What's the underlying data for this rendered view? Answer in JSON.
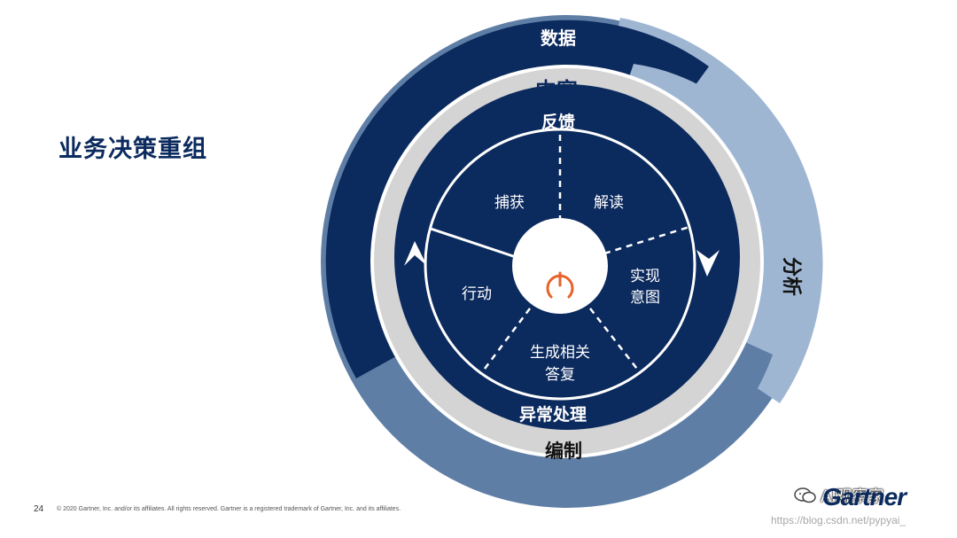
{
  "slide": {
    "title": "业务决策重组",
    "page_number": "24",
    "copyright": "© 2020 Gartner, Inc. and/or its affiliates. All rights reserved. Gartner is a registered trademark of Gartner, Inc. and its affiliates.",
    "logo_text": "Gartner",
    "watermark": "https://blog.csdn.net/pypyai_",
    "wechat_label": "AI观察家"
  },
  "diagram": {
    "outer_ring": {
      "data_label": "数据",
      "analysis_label": "分析",
      "compile_label": "编制"
    },
    "content_ring": {
      "content_label": "内容",
      "feedback_label": "反馈",
      "exception_label": "异常处理"
    },
    "segments": {
      "capture": "捕获",
      "interpret": "解读",
      "intent_line1": "实现",
      "intent_line2": "意图",
      "answer_line1": "生成相关",
      "answer_line2": "答复",
      "action": "行动"
    },
    "center_icon": "power-icon",
    "colors": {
      "navy": "#0b2a5e",
      "light_blue": "#9fb6d3",
      "mid_blue": "#5f7ea6",
      "gray_ring": "#d4d4d4",
      "power_orange": "#e8622a"
    }
  }
}
